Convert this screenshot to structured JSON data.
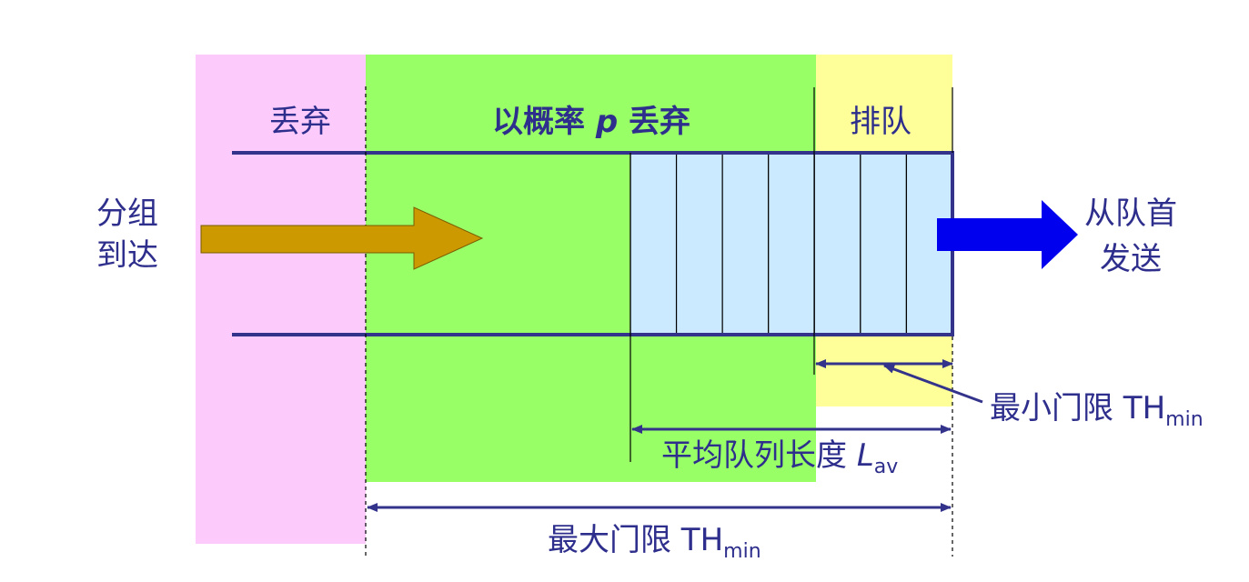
{
  "zones": {
    "discard": "丢弃",
    "prob_discard": "以概率 ",
    "prob_symbol": "p",
    "prob_discard_tail": " 丢弃",
    "queue": "排队"
  },
  "left_label": {
    "line1": "分组",
    "line2": "到达"
  },
  "right_label": {
    "line1": "从队首",
    "line2": "发送"
  },
  "min_threshold": {
    "text": "最小门限 TH",
    "sub": "min"
  },
  "avg_length": {
    "text": "平均队列长度 ",
    "symbol": "L",
    "sub": "av"
  },
  "max_threshold": {
    "text": "最大门限 TH",
    "sub": "min"
  },
  "queue_cells": 7,
  "colors": {
    "pink_zone": "#fccbfc",
    "green_zone": "#99ff66",
    "yellow_zone": "#ffff99",
    "queue_cell": "#cbeaff",
    "pipe": "#33338c",
    "label": "#2e2e8c",
    "arrival_arrow": "#cc9900",
    "send_arrow": "#0000ee"
  }
}
